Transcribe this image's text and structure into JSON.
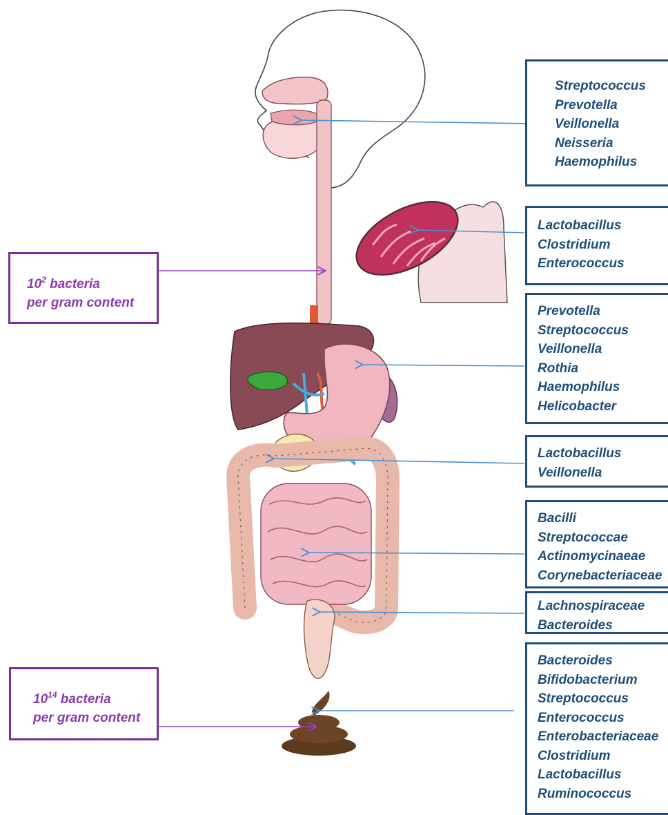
{
  "colors": {
    "taxa_text": "#1f4e79",
    "taxa_border": "#1f4e79",
    "count_text": "#8a3bb0",
    "count_border": "#7b2d9b",
    "arrow_blue": "#4a8fd0",
    "arrow_purple": "#9b3fc4"
  },
  "taxa_boxes": [
    {
      "id": "mouth",
      "items": [
        "Streptococcus",
        "Prevotella",
        "Veillonella",
        "Neisseria",
        "Haemophilus"
      ]
    },
    {
      "id": "small-intestine-section",
      "items": [
        "Lactobacillus",
        "Clostridium",
        "Enterococcus"
      ]
    },
    {
      "id": "stomach",
      "items": [
        "Prevotella",
        "Streptococcus",
        "Veillonella",
        "Rothia",
        "Haemophilus",
        "Helicobacter"
      ]
    },
    {
      "id": "duodenum",
      "items": [
        "Lactobacillus",
        "Veillonella"
      ]
    },
    {
      "id": "ileum",
      "items": [
        "Bacilli",
        "Streptococcae",
        "Actinomycinaeae",
        "Corynebacteriaceae"
      ]
    },
    {
      "id": "colon",
      "items": [
        "Lachnospiraceae",
        "Bacteroides"
      ]
    },
    {
      "id": "feces",
      "items": [
        "Bacteroides",
        "Bifidobacterium",
        "Streptococcus",
        "Enterococcus",
        "Enterobacteriaceae",
        "Clostridium",
        "Lactobacillus",
        "Ruminococcus"
      ]
    }
  ],
  "density_boxes": [
    {
      "id": "esophagus",
      "base": "10",
      "exponent": "2",
      "line1_rest": " bacteria",
      "line2": "per gram content"
    },
    {
      "id": "feces",
      "base": "10",
      "exponent": "14",
      "line1_rest": " bacteria",
      "line2": "per gram content"
    }
  ]
}
